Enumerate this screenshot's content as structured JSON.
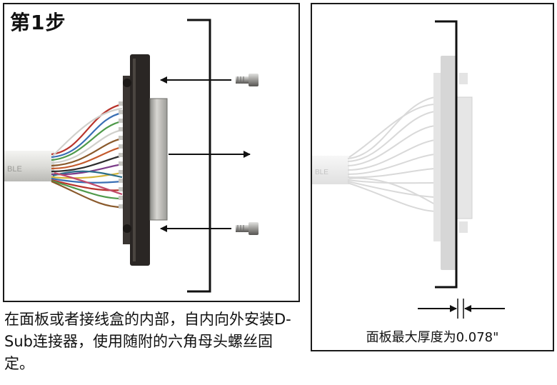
{
  "left_panel": {
    "step_label": "第1步",
    "cable_print": "BLE"
  },
  "left_caption": "在面板或者接线盒的内部，自内向外安装D-Sub连接器，使用随附的六角母头螺丝固定。",
  "right_panel": {
    "caption": "面板最大厚度为0.078\"",
    "cable_print": "BLE"
  },
  "colors": {
    "frame": "#1a1a1a",
    "connector_dark": "#2a2624",
    "shell_metal": "#bdbcb8",
    "ghost": "#d6d6d6"
  }
}
